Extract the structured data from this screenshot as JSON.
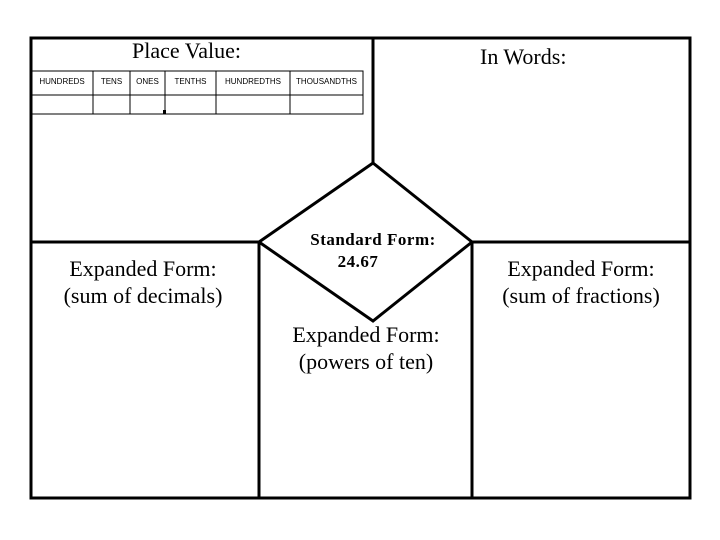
{
  "place_value": {
    "title": "Place Value:",
    "headers": [
      "HUNDREDS",
      "TENS",
      "ONES",
      "TENTHS",
      "HUNDREDTHS",
      "THOUSANDTHS"
    ]
  },
  "in_words": {
    "title": "In Words:"
  },
  "standard_form": {
    "label": "Standard Form:",
    "value": "24.67"
  },
  "expanded_decimals": {
    "line1": "Expanded Form:",
    "line2": "(sum of decimals)"
  },
  "expanded_fractions": {
    "line1": "Expanded Form:",
    "line2": "(sum of fractions)"
  },
  "expanded_powers": {
    "line1": "Expanded Form:",
    "line2": "(powers of ten)"
  }
}
